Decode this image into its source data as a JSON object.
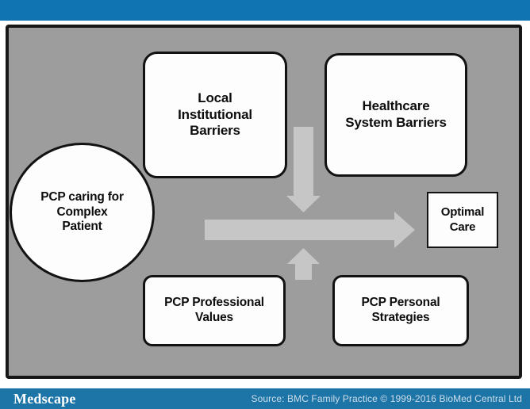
{
  "header": {
    "bar_color": "#0f74b1"
  },
  "diagram": {
    "background_color": "#9d9d9d",
    "border_color": "#161616",
    "arrow_color": "#c6c6c6",
    "node_fill_color": "#fdfdfd",
    "node_border_color": "#121212",
    "nodes": {
      "complex_patient": {
        "shape": "circle",
        "label": "PCP caring for\nComplex\nPatient"
      },
      "local_institutional": {
        "shape": "rounded-rect",
        "label": "Local\nInstitutional\nBarriers"
      },
      "healthcare_system": {
        "shape": "rounded-rect",
        "label": "Healthcare\nSystem Barriers"
      },
      "optimal_care": {
        "shape": "rect",
        "label": "Optimal\nCare"
      },
      "pcp_professional": {
        "shape": "rounded-rect",
        "label": "PCP Professional\nValues"
      },
      "pcp_personal": {
        "shape": "rounded-rect",
        "label": "PCP Personal\nStrategies"
      }
    },
    "arrows": [
      {
        "name": "arrow-down-icon",
        "direction": "down"
      },
      {
        "name": "arrow-right-icon",
        "direction": "right"
      },
      {
        "name": "arrow-up-icon",
        "direction": "up"
      }
    ]
  },
  "footer": {
    "bar_color": "#1c74a7",
    "logo": "Medscape",
    "source_text": "Source: BMC Family Practice © 1999-2016 BioMed Central Ltd",
    "source_text_color": "#cddeea"
  }
}
